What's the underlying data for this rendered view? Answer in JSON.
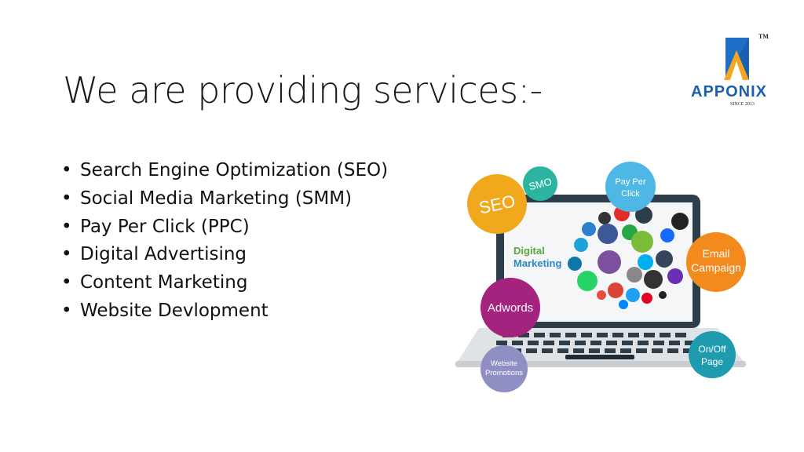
{
  "slide": {
    "title": "We are providing services:-",
    "bullet_glyph": "•",
    "services": [
      "Search Engine Optimization (SEO)",
      "Social Media Marketing (SMM)",
      "Pay Per Click (PPC)",
      "Digital Advertising",
      "Content Marketing",
      "Website Devlopment"
    ]
  },
  "logo": {
    "name": "APPONIX",
    "since": "SINCE 2013",
    "tm": "TM",
    "brand_color": "#1a5fb0",
    "accent_color": "#f5a623"
  },
  "illustration": {
    "screen_title_line1": "Digital",
    "screen_title_line2": "Marketing",
    "bubbles": {
      "seo": "SEO",
      "smo": "SMO",
      "ppc_line1": "Pay Per",
      "ppc_line2": "Click",
      "email_line1": "Email",
      "email_line2": "Campaign",
      "adwords": "Adwords",
      "website_line1": "Website",
      "website_line2": "Promotions",
      "onoff_line1": "On/Off",
      "onoff_line2": "Page"
    },
    "colors": {
      "seo": "#f2a81d",
      "smo": "#2bb5a0",
      "ppc": "#4fb7e6",
      "email": "#f28a1e",
      "adwords": "#a4237f",
      "website": "#8f8fc4",
      "onoff": "#1f9bb0"
    }
  }
}
